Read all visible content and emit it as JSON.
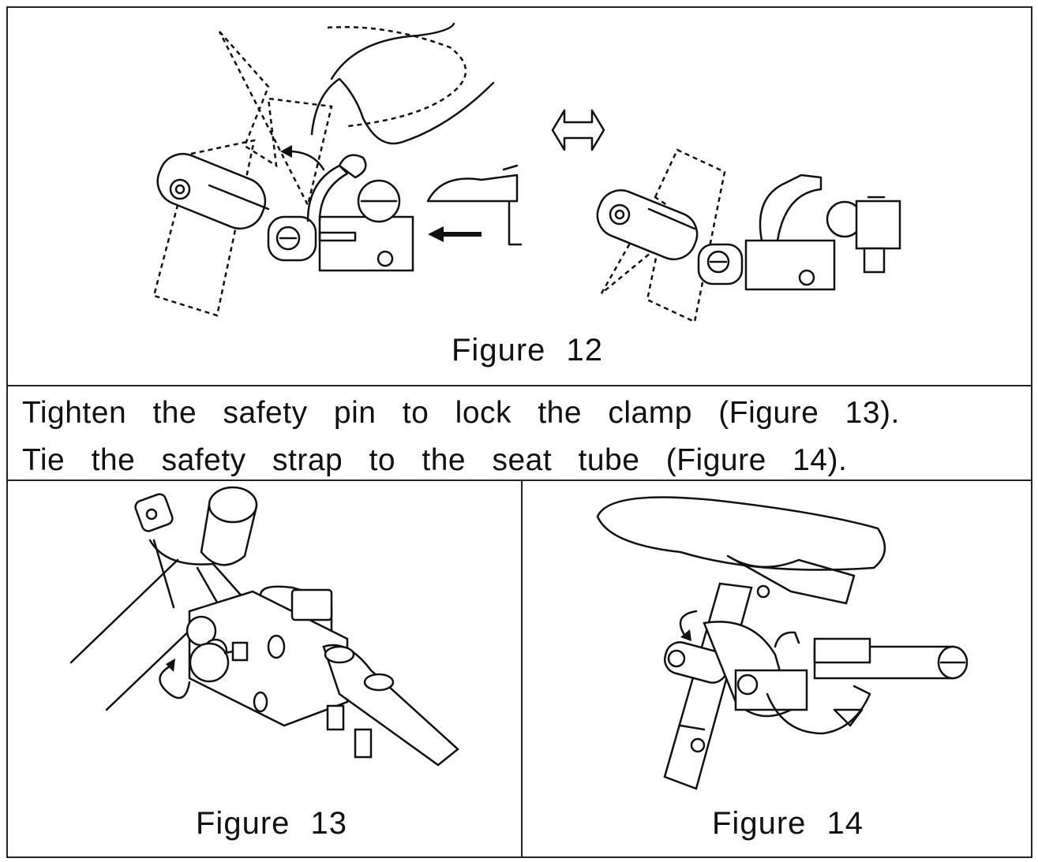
{
  "figure12": {
    "caption": "Figure 12"
  },
  "instructions": {
    "line1": "Tighten the safety pin to lock the clamp (Figure 13).",
    "line2": "Tie the safety strap to the seat tube (Figure 14)."
  },
  "figure13": {
    "caption": "Figure 13"
  },
  "figure14": {
    "caption": "Figure 14"
  },
  "colors": {
    "ink": "#111111",
    "background": "#ffffff"
  },
  "icons": [
    "double-arrow-icon",
    "rotation-arrow-icon"
  ]
}
